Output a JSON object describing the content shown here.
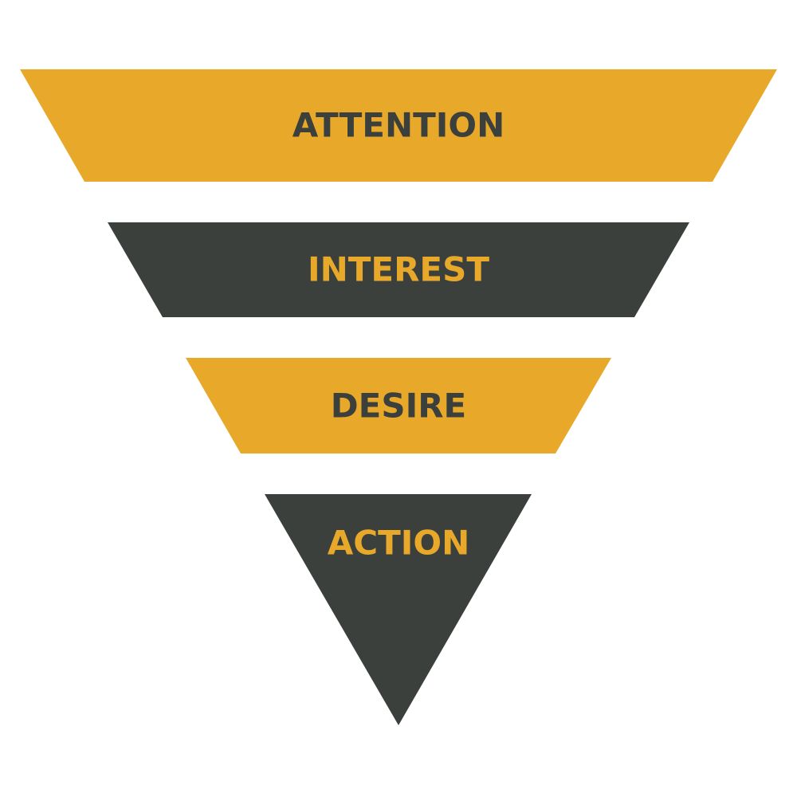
{
  "colors": {
    "gold": "#E8A92A",
    "dark": "#3C403D",
    "background": "#FFFFFF"
  },
  "diagram": {
    "type": "funnel",
    "model": "AIDA",
    "stages": [
      {
        "label": "ATTENTION",
        "fill": "#E8A92A",
        "text_color": "#3C403D"
      },
      {
        "label": "INTEREST",
        "fill": "#3C403D",
        "text_color": "#E8A92A"
      },
      {
        "label": "DESIRE",
        "fill": "#E8A92A",
        "text_color": "#3C403D"
      },
      {
        "label": "ACTION",
        "fill": "#3C403D",
        "text_color": "#E8A92A"
      }
    ]
  }
}
